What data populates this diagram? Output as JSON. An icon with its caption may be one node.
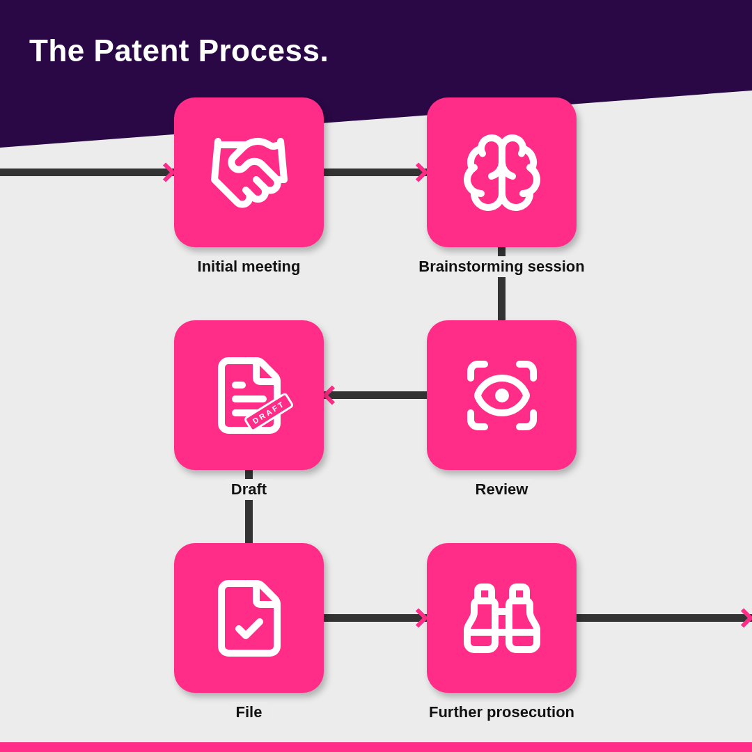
{
  "diagram": {
    "title": "The Patent Process.",
    "nodes": [
      {
        "text": [
          "Initial meeting"
        ]
      },
      {
        "text": [
          "Brainstorming session"
        ]
      },
      {
        "text": [
          "Review"
        ]
      },
      {
        "text": [
          "Draft"
        ]
      },
      {
        "text": [
          "File"
        ]
      },
      {
        "text": [
          "Further prosecution"
        ]
      }
    ],
    "edges": [
      {
        "from": null,
        "to": 0,
        "arrow": "to"
      },
      {
        "from": 0,
        "to": 1,
        "arrow": "to"
      },
      {
        "from": 1,
        "to": 2,
        "arrow": "none"
      },
      {
        "from": 2,
        "to": 3,
        "arrow": "to"
      },
      {
        "from": 3,
        "to": 4,
        "arrow": "none"
      },
      {
        "from": 4,
        "to": 5,
        "arrow": "to"
      },
      {
        "from": 5,
        "to": null,
        "arrow": "to"
      }
    ],
    "labels": [
      "DRAFT"
    ]
  }
}
